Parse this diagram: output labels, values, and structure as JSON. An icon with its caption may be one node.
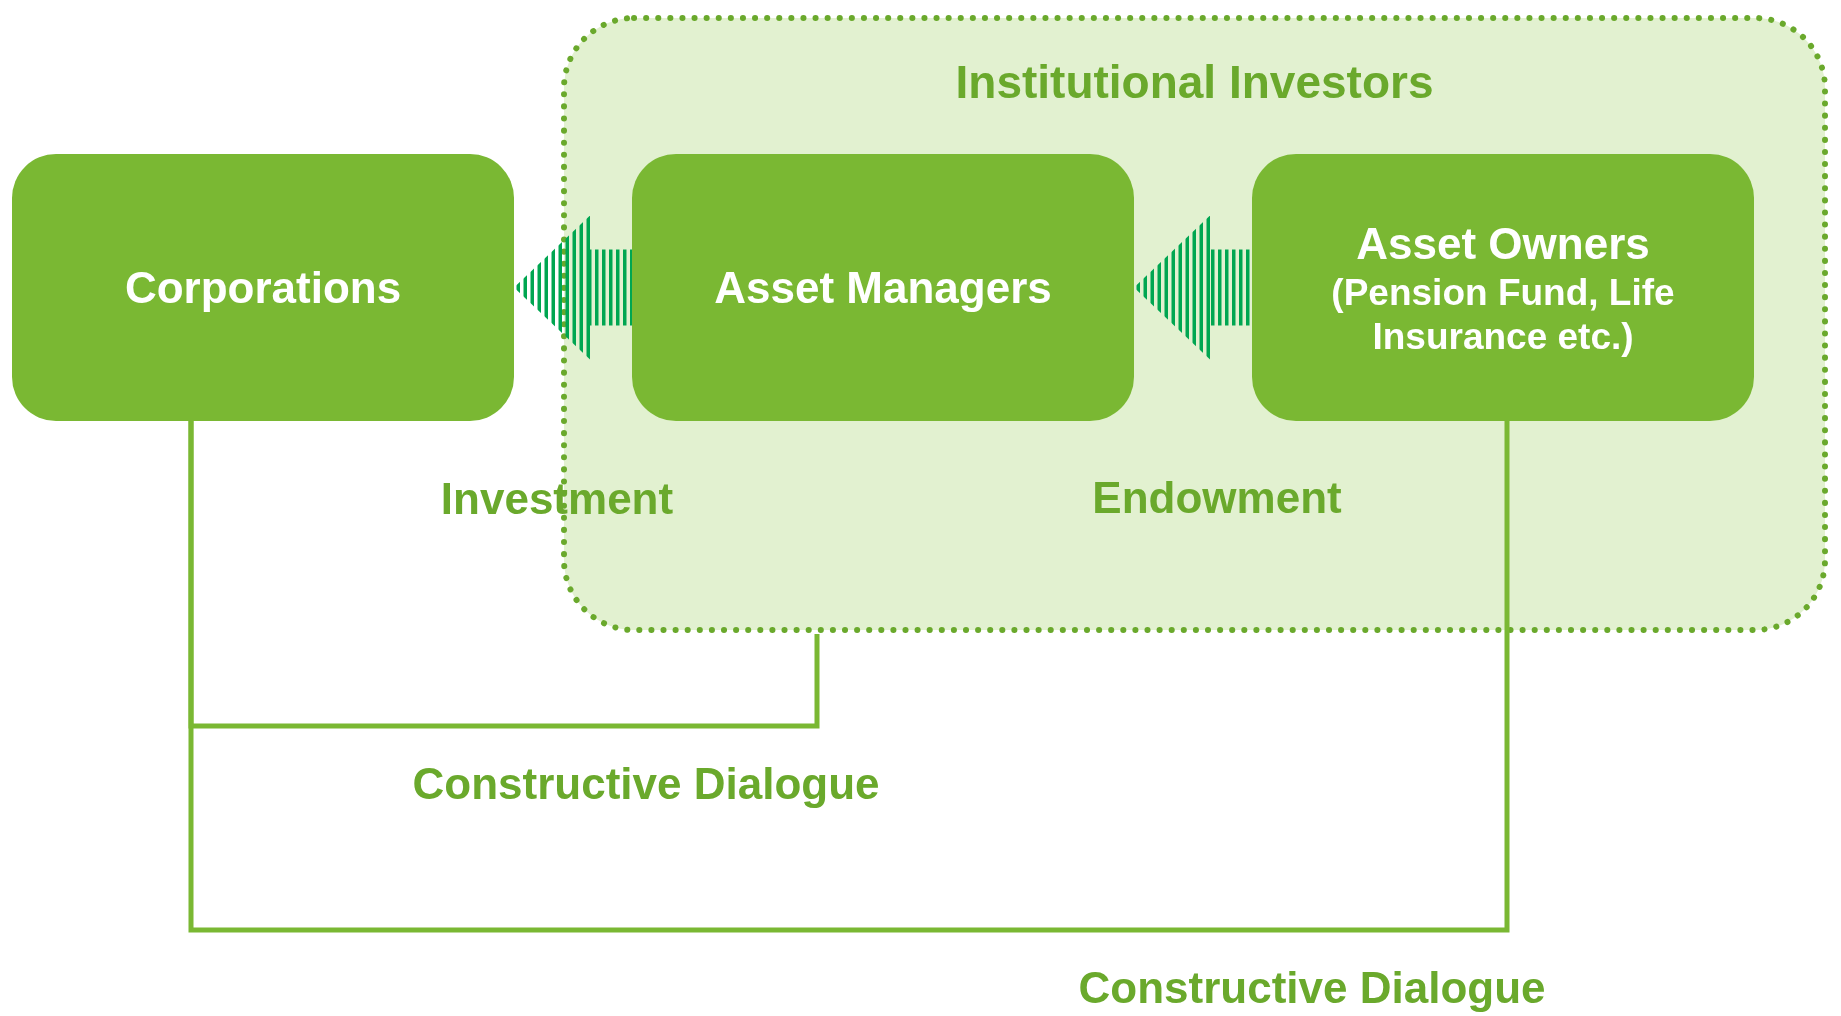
{
  "diagram": {
    "nodes": [
      {
        "text": [
          "Institutional Investors"
        ]
      },
      {
        "text": [
          "Corporations"
        ]
      },
      {
        "text": [
          "Asset Managers"
        ],
        "in": 0
      },
      {
        "text": [
          "Asset Owners",
          "(Pension Fund, Life Insurance etc.)"
        ],
        "in": 0
      }
    ],
    "edges": [
      {
        "from": 2,
        "to": 1,
        "arrow": "to",
        "label": "Investment",
        "style": "thick"
      },
      {
        "from": 3,
        "to": 2,
        "arrow": "to",
        "label": "Endowment",
        "style": "thick"
      },
      {
        "from": 1,
        "to": 0,
        "arrow": "none",
        "label": "Constructive Dialogue"
      },
      {
        "from": 1,
        "to": 3,
        "arrow": "none",
        "label": "Constructive Dialogue"
      }
    ]
  }
}
